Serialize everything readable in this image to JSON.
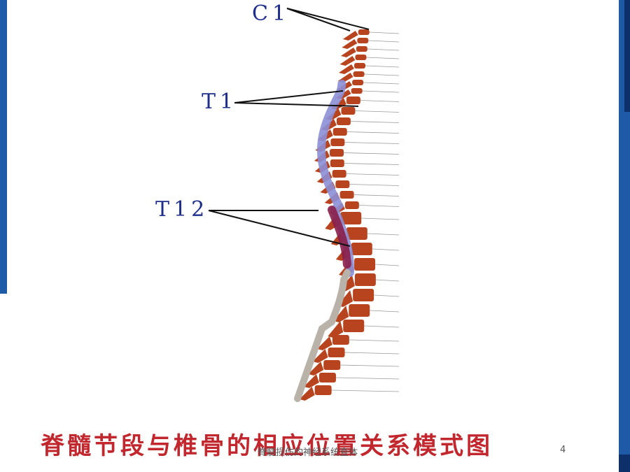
{
  "labels": {
    "c1": "C1",
    "t1": "T1",
    "t12": "T12"
  },
  "caption": "脊髓节段与椎骨的相应位置关系模式图",
  "footer": {
    "text": "脊髓损伤的神经系统查体",
    "page": "4"
  },
  "colors": {
    "bone": "#b8441f",
    "cord_upper": "#8c8fd6",
    "cord_lower": "#8a1f4a",
    "label": "#1d2e8c",
    "caption": "#c1272d",
    "accent": "#1f5aa6"
  }
}
